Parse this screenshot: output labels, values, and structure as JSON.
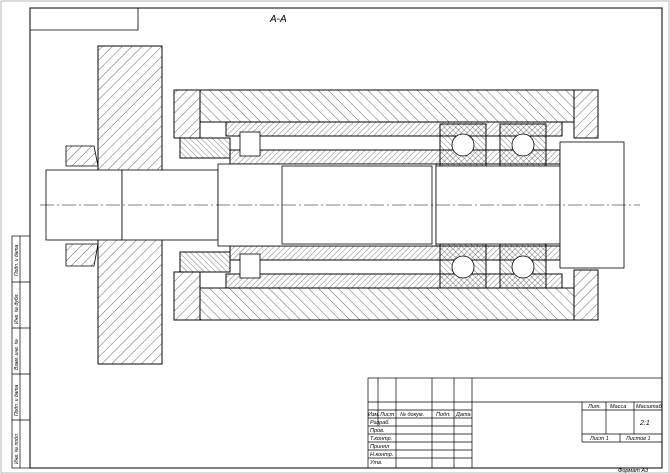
{
  "drawing": {
    "section_label": "А-А",
    "scale": "2:1",
    "format": "Формат А3"
  },
  "title_block": {
    "col_headers": [
      "Изм.",
      "Лист",
      "№ докум.",
      "Подп.",
      "Дата"
    ],
    "row_labels": [
      "Разраб.",
      "Пров.",
      "Т.контр.",
      "Принял",
      "Н.контр.",
      "Утв."
    ],
    "lit_header": "Лит.",
    "mass_header": "Масса",
    "scale_header": "Масштаб",
    "sheet_label": "Лист 1",
    "sheets_label": "Листов 1"
  },
  "side_stamp": {
    "labels": [
      "Подп. и дата",
      "Инв. № дубл.",
      "Взам. инв. №",
      "Подп. и дата",
      "Инв. № подл."
    ]
  }
}
